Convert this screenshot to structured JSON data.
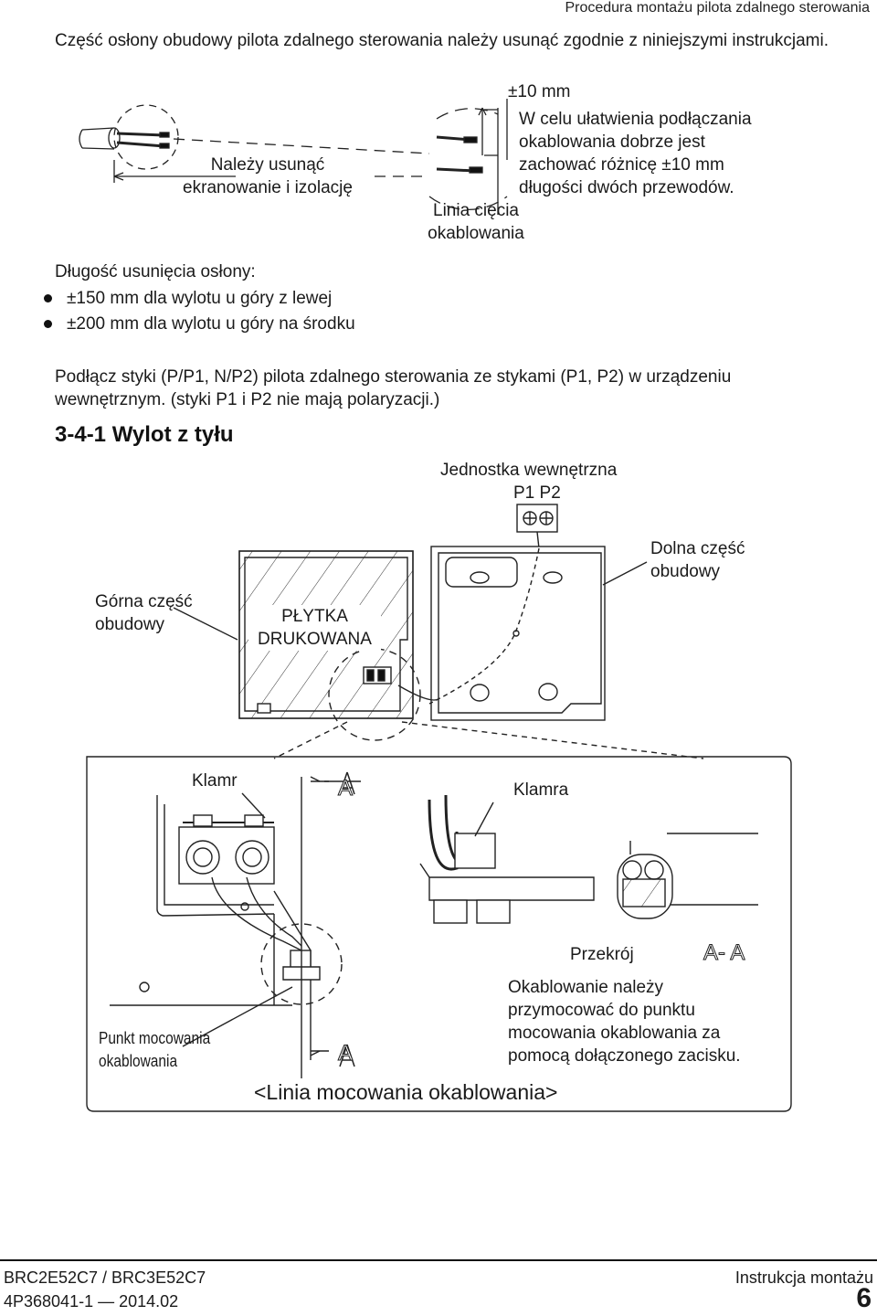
{
  "header": {
    "section_title": "Procedura montażu pilota zdalnego sterowania"
  },
  "intro": {
    "text": "Część osłony obudowy pilota zdalnego sterowania należy usunąć zgodnie z niniejszymi instrukcjami."
  },
  "fig1": {
    "remove_label_line1": "Należy usunąć",
    "remove_label_line2": "ekranowanie i izolację",
    "tolerance": "±10 mm",
    "note_line1": "W celu ułatwienia podłączania",
    "note_line2": "okablowania dobrze jest",
    "note_line3": "zachować różnicę ±10 mm",
    "note_line4": "długości dwóch przewodów.",
    "cut_line1": "Linia cięcia",
    "cut_line2": "okablowania"
  },
  "strip_lengths": {
    "title": "Długość usunięcia osłony:",
    "items": [
      "±150 mm dla wylotu u góry z lewej",
      "±200 mm dla wylotu u góry na środku"
    ]
  },
  "connect": {
    "text": "Podłącz styki (P/P1, N/P2) pilota zdalnego sterowania ze stykami (P1, P2) w urządzeniu wewnętrznym. (styki P1 i P2 nie mają polaryzacji.)"
  },
  "section": {
    "heading": "3-4-1 Wylot z tyłu"
  },
  "fig2": {
    "indoor_unit": "Jednostka wewnętrzna",
    "terminals": "P1 P2",
    "upper_case_line1": "Górna część",
    "upper_case_line2": "obudowy",
    "pcb_line1": "PŁYTKA",
    "pcb_line2": "DRUKOWANA",
    "lower_case_line1": "Dolna część",
    "lower_case_line2": "obudowy"
  },
  "fig3": {
    "clamp_left": "Klamr",
    "clamp_right": "Klamra",
    "section_mark": "A",
    "cross_section": "Przekrój",
    "section_pair": "A- A",
    "fix_point_line1": "Punkt mocowania",
    "fix_point_line2": "okablowania",
    "note_line1": "Okablowanie należy",
    "note_line2": "przymocować do punktu",
    "note_line3": "mocowania okablowania za",
    "note_line4": "pomocą dołączonego zacisku.",
    "caption": "<Linia mocowania okablowania>"
  },
  "footer": {
    "model": "BRC2E52C7 / BRC3E52C7",
    "doc_type": "Instrukcja montażu",
    "doc_code": "4P368041-1 — 2014.02",
    "page_number": "6"
  }
}
